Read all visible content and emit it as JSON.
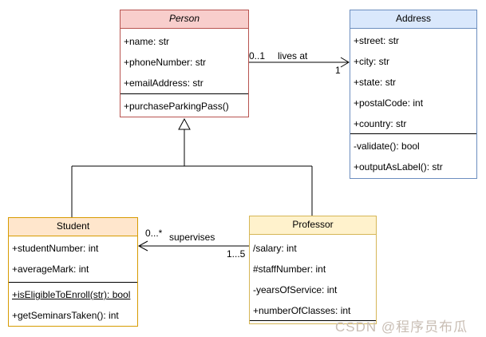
{
  "classes": {
    "person": {
      "title": "Person",
      "attributes": [
        "+name: str",
        "+phoneNumber: str",
        "+emailAddress: str"
      ],
      "methods": [
        "+purchaseParkingPass()"
      ],
      "fill": "#f8cecc",
      "stroke": "#b85450"
    },
    "address": {
      "title": "Address",
      "attributes": [
        "+street: str",
        "+city: str",
        "+state: str",
        "+postalCode: int",
        "+country: str"
      ],
      "methods": [
        "-validate(): bool",
        "+outputAsLabel(): str"
      ],
      "fill": "#dae8fc",
      "stroke": "#6c8ebf"
    },
    "student": {
      "title": "Student",
      "attributes": [
        "+studentNumber: int",
        "+averageMark: int"
      ],
      "methods": [
        "+isEligibleToEnroll(str): bool",
        "+getSeminarsTaken(): int"
      ],
      "fill": "#ffe6cc",
      "stroke": "#d79b00"
    },
    "professor": {
      "title": "Professor",
      "attributes": [
        "/salary: int",
        "#staffNumber: int",
        "-yearsOfService: int",
        "+numberOfClasses: int"
      ],
      "methods": [],
      "fill": "#fff2cc",
      "stroke": "#d6b656"
    }
  },
  "relationships": {
    "lives_at": {
      "label": "lives at",
      "from": "Person",
      "to": "Address",
      "from_multiplicity": "0..1",
      "to_multiplicity": "1"
    },
    "supervises": {
      "label": "supervises",
      "from": "Professor",
      "to": "Student",
      "from_multiplicity": "1...5",
      "to_multiplicity": "0...*"
    },
    "generalization": {
      "parent": "Person",
      "children": [
        "Student",
        "Professor"
      ]
    }
  },
  "watermark": {
    "text": "CSDN @程序员布瓜",
    "color": "#c9beb4"
  }
}
